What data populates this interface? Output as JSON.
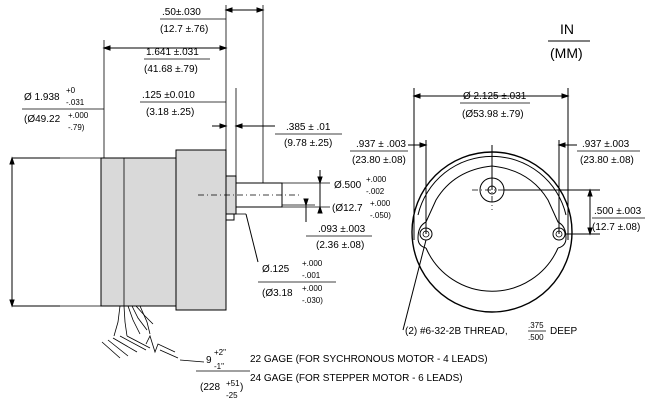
{
  "units": {
    "top": "IN",
    "bottom": "(MM)"
  },
  "dimensions": {
    "shaft_protrusion": {
      "in": ".50±.030",
      "mm": "(12.7 ±.76)"
    },
    "body_length": {
      "in": "1.641 ±.031",
      "mm": "(41.68 ±.79)"
    },
    "outer_diameter": {
      "prefix": "Ø 1.938",
      "tol_plus": "+0",
      "tol_minus": "-.031",
      "mm_prefix": "(Ø49.22",
      "mm_plus": "+.000",
      "mm_minus": "-.79)"
    },
    "flange_thickness": {
      "in": ".125 ±0.010",
      "mm": "(3.18 ±.25)"
    },
    "hub_length": {
      "in": ".385 ± .01",
      "mm": "(9.78 ±.25)"
    },
    "shaft_diameter": {
      "prefix": "Ø.500",
      "tol_plus": "+.000",
      "tol_minus": "-.002",
      "mm_prefix": "(Ø12.7",
      "mm_plus": "+.000",
      "mm_minus": "-.050)"
    },
    "flat_depth": {
      "in": ".093 ±.003",
      "mm": "(2.36 ±.08)"
    },
    "small_shaft": {
      "prefix": "Ø.125",
      "tol_plus": "+.000",
      "tol_minus": "-.001",
      "mm_prefix": "(Ø3.18",
      "mm_plus": "+.000",
      "mm_minus": "-.030)"
    },
    "bolt_circle": {
      "in": "Ø 2.125 ±.031",
      "mm": "(Ø53.98 ±.79)"
    },
    "left_offset": {
      "in": ".937 ± .003",
      "mm": "(23.80 ±.08)"
    },
    "right_offset": {
      "in": ".937 ±.003",
      "mm": "(23.80 ±.08)"
    },
    "vertical_offset": {
      "in": ".500 ±.003",
      "mm": "(12.7 ±.08)"
    },
    "lead_length": {
      "prefix": "9",
      "tol_plus": "+2\"",
      "tol_minus": "-1\"",
      "mm_prefix": "(228",
      "mm_plus": "+51",
      "mm_minus": "-25",
      "mm_close": ")"
    }
  },
  "notes": {
    "thread_prefix": "(2) #6-32-2B THREAD,",
    "thread_num": ".375",
    "thread_den": ".500",
    "thread_suffix": "DEEP",
    "lead_line1": "22 GAGE (FOR SYCHRONOUS MOTOR - 4 LEADS)",
    "lead_line2": "24 GAGE (FOR STEPPER MOTOR - 6 LEADS)"
  }
}
